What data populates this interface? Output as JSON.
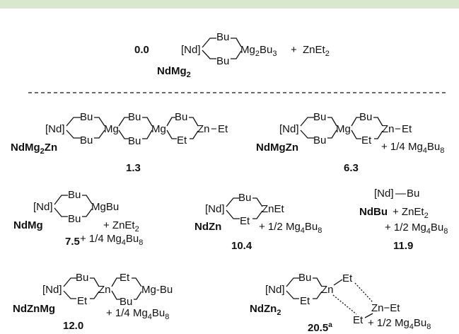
{
  "header_band_color": "#d9e8cc",
  "species": [
    {
      "id": "NdMg2",
      "energy": "0.0",
      "name": "NdMg",
      "name_sub": "2",
      "l1": "[Nd]",
      "b1": "Bu",
      "b2": "Bu",
      "r1": "Mg",
      "r1s": "2",
      "r2": "Bu",
      "r2s": "3",
      "plus": "+",
      "re": "ZnEt",
      "res": "2"
    },
    {
      "id": "NdMg2Zn",
      "energy": "1.3",
      "name": "NdMg",
      "name_sub": "2",
      "name_suf": "Zn",
      "nd": "[Nd]",
      "b1": "Bu",
      "b2": "Bu",
      "mg1": "Mg",
      "b3": "Bu",
      "b4": "Bu",
      "mg2": "Mg",
      "b5": "Bu",
      "e1": "Et",
      "zn": "Zn",
      "dash": "−",
      "et": "Et"
    },
    {
      "id": "NdMgZn",
      "energy": "6.3",
      "name": "NdMgZn",
      "nd": "[Nd]",
      "b1": "Bu",
      "b2": "Bu",
      "mg": "Mg",
      "b3": "Bu",
      "e1": "Et",
      "zn": "Zn",
      "dash": "−",
      "et": "Et",
      "co": "+ 1/4 Mg",
      "co_s1": "4",
      "co_m": "Bu",
      "co_s2": "8"
    },
    {
      "id": "NdMg",
      "energy": "7.5",
      "name": "NdMg",
      "nd": "[Nd]",
      "b1": "Bu",
      "b2": "Bu",
      "mgbu": "MgBu",
      "p1": "+ ZnEt",
      "p1s": "2",
      "p2": "+ 1/4 Mg",
      "p2s1": "4",
      "p2m": "Bu",
      "p2s2": "8"
    },
    {
      "id": "NdZn",
      "energy": "10.4",
      "name": "NdZn",
      "nd": "[Nd]",
      "b1": "Bu",
      "e1": "Et",
      "znet": "ZnEt",
      "co": "+ 1/2 Mg",
      "co_s1": "4",
      "co_m": "Bu",
      "co_s2": "8"
    },
    {
      "id": "NdBu",
      "energy": "11.9",
      "name": "NdBu",
      "nd": "[Nd]",
      "dash": "—",
      "bu": "Bu",
      "p1": "+ ZnEt",
      "p1s": "2",
      "p2": "+ 1/2 Mg",
      "p2s1": "4",
      "p2m": "Bu",
      "p2s2": "8"
    },
    {
      "id": "NdZnMg",
      "energy": "12.0",
      "name": "NdZnMg",
      "nd": "[Nd]",
      "b1": "Bu",
      "e1": "Et",
      "zn": "Zn",
      "e2": "Et",
      "b2": "Bu",
      "mgbu": "Mg-Bu",
      "co": "+ 1/4 Mg",
      "co_s1": "4",
      "co_m": "Bu",
      "co_s2": "8"
    },
    {
      "id": "NdZn2",
      "energy": "20.5",
      "energy_sup": "a",
      "name": "NdZn",
      "name_sub": "2",
      "nd": "[Nd]",
      "b1": "Bu",
      "e1": "Et",
      "zn": "Zn",
      "e2": "Et",
      "e3": "Et",
      "zn2": "Zn",
      "dash": "−",
      "et": "Et",
      "co": "+ 1/2 Mg",
      "co_s1": "4",
      "co_m": "Bu",
      "co_s2": "8"
    }
  ]
}
